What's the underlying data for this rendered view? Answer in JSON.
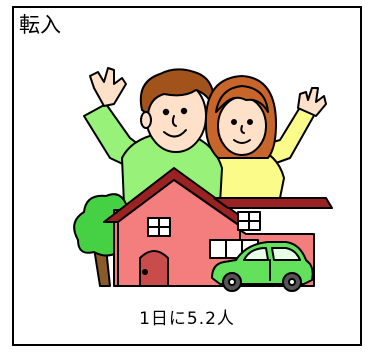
{
  "card": {
    "title": "転入",
    "caption": "1日に5.2人"
  },
  "icons": {
    "illustration": "family-house-car-illustration"
  },
  "colors": {
    "man_shirt": "#98f27a",
    "woman_shirt": "#fbfb8a",
    "skin": "#ffe0c8",
    "man_hair": "#a2531b",
    "woman_hair": "#c8652a",
    "house_wall": "#f47e7e",
    "roof": "#9b2222",
    "door": "#c94c4c",
    "window": "#ffffff",
    "tree": "#46d043",
    "trunk": "#8b5a2b",
    "car": "#63e15c",
    "car_window": "#e8ffe8",
    "wheel": "#555555",
    "outline": "#000000"
  }
}
